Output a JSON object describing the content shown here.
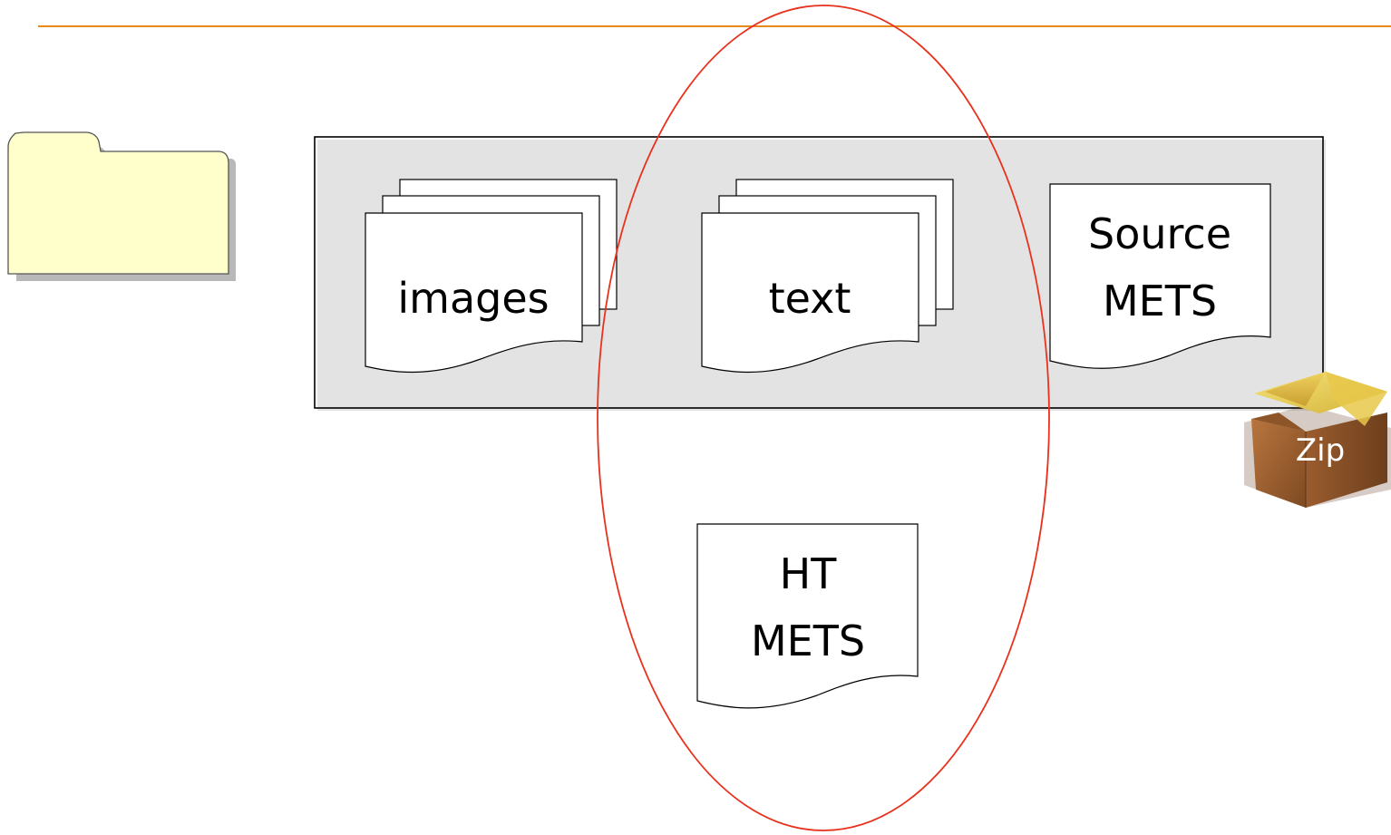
{
  "accent_line_color": "#E8891C",
  "highlight_color": "#E8321E",
  "folder_color": "#FFFFCC",
  "folder_icon": "folder-icon",
  "package_icon": "zip-package-icon",
  "documents": {
    "images": "images",
    "text": "text",
    "source_mets_line1": "Source",
    "source_mets_line2": "METS",
    "ht_mets_line1": "HT",
    "ht_mets_line2": "METS"
  },
  "zip_label": "Zip"
}
